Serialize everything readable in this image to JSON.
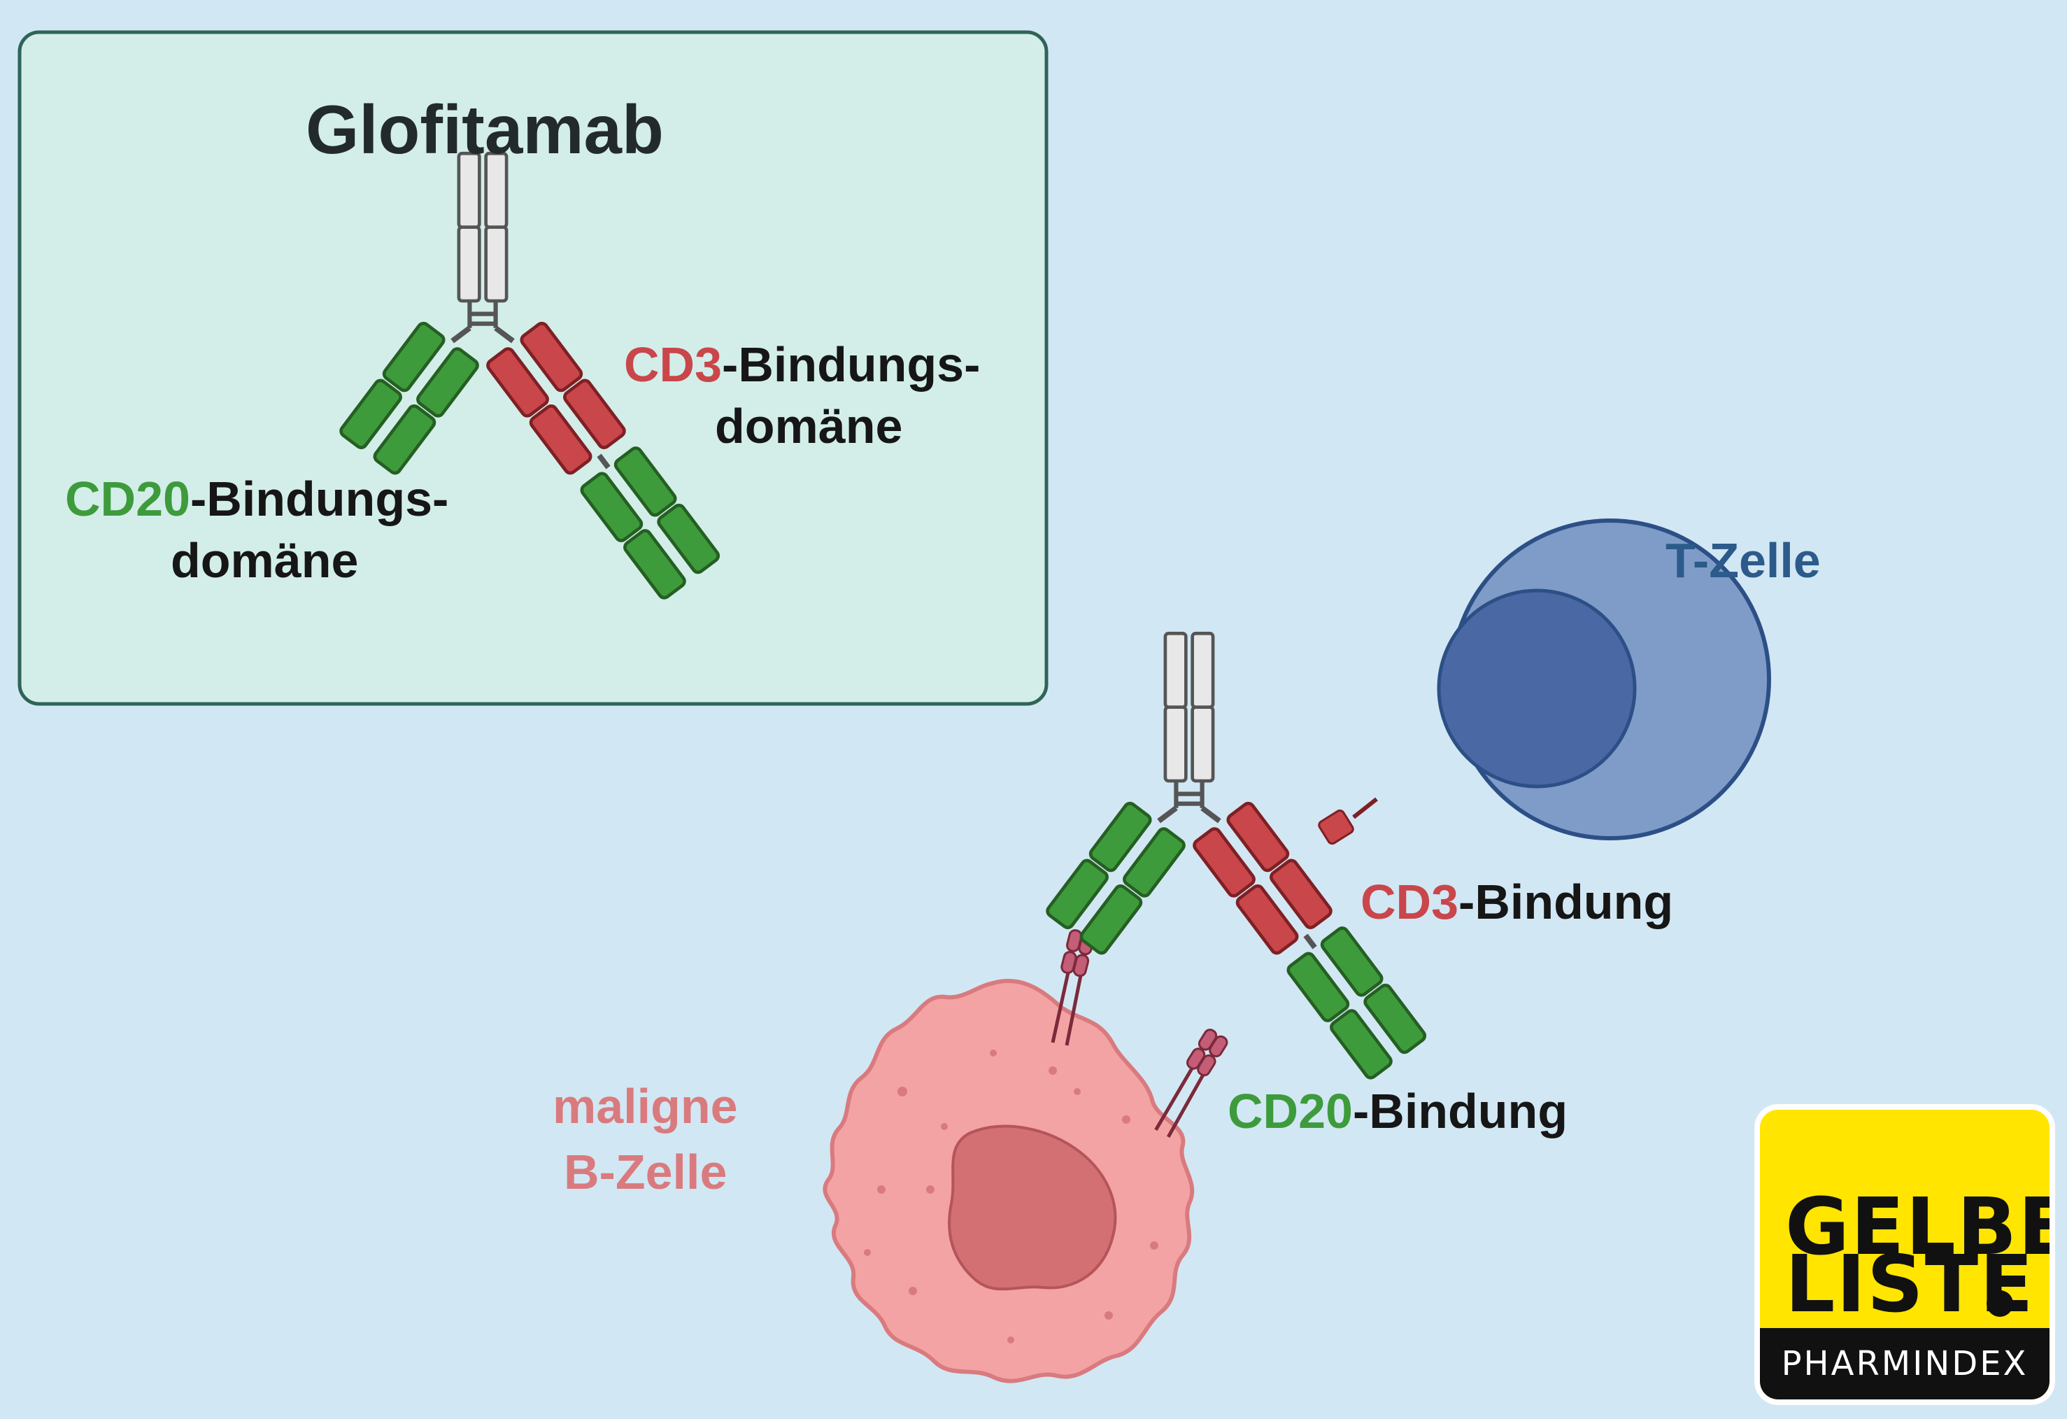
{
  "info_box": {
    "title": "Glofitamab",
    "cd3_domain": {
      "prefix": "CD3",
      "suffix": "-Bindungs-",
      "line2": "domäne"
    },
    "cd20_domain": {
      "prefix": "CD20",
      "suffix": "-Bindungs-",
      "line2": "domäne"
    }
  },
  "labels": {
    "t_cell": "T-Zelle",
    "b_cell_line1": "maligne",
    "b_cell_line2": "B-Zelle",
    "cd3_binding": {
      "prefix": "CD3",
      "suffix": "-Bindung"
    },
    "cd20_binding": {
      "prefix": "CD20",
      "suffix": "-Bindung"
    }
  },
  "logo": {
    "line1": "GELBE",
    "line2": "LISTE",
    "band": "PHARMINDEX"
  },
  "colors": {
    "background": "#d2e7f4",
    "box_fill": "#d3eee9",
    "box_border": "#2f6456",
    "cd20_green": "#3e9b3c",
    "cd3_red": "#c9464a",
    "t_cell_blue": "#2c5a8a",
    "b_cell_pink": "#f3a3a4",
    "logo_yellow": "#ffe500"
  }
}
